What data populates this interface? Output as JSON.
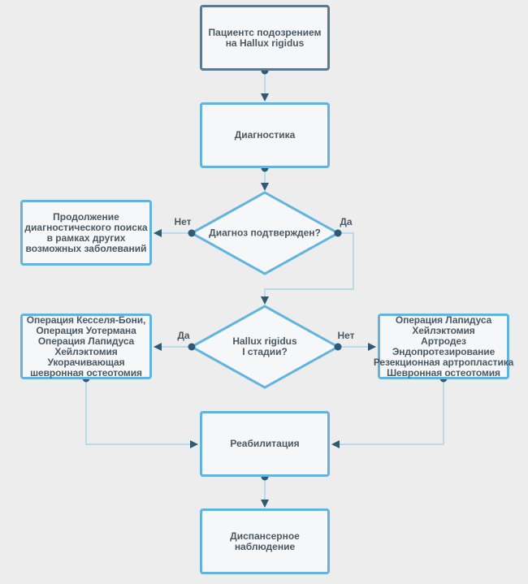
{
  "nodes": {
    "start": "Пациентс подозрением\nна Hallux rigidus",
    "diagnostics": "Диагностика",
    "decision_confirmed": "Диагноз подтвержден?",
    "continue_search": "Продолжение\nдиагностического поиска\nв рамках других\nвозможных заболеваний",
    "decision_stage": "Hallux rigidus\nI стадии?",
    "ops_stage1": "Операция Кесселя-Бони,\nОперация Уотермана\nОперация Лапидуса\nХейлэктомия\nУкорачивающая\nшевронная остеотомия",
    "ops_other": "Операция Лапидуса\nХейлэктомия\nАртродез\nЭндопротезирование\nРезекционная артропластика\nШевронная остеотомия",
    "rehab": "Реабилитация",
    "followup": "Диспансерное\nнаблюдение"
  },
  "edge_labels": {
    "confirmed_no": "Нет",
    "confirmed_yes": "Да",
    "stage_yes": "Да",
    "stage_no": "Нет"
  },
  "colors": {
    "background": "#ededee",
    "node_border": "#62b4df",
    "start_border": "#5b7a8f",
    "node_fill": "#f6f7f9",
    "connector": "#a9d3ec",
    "connector_dot": "#2e5a74",
    "text": "#4a5963"
  }
}
